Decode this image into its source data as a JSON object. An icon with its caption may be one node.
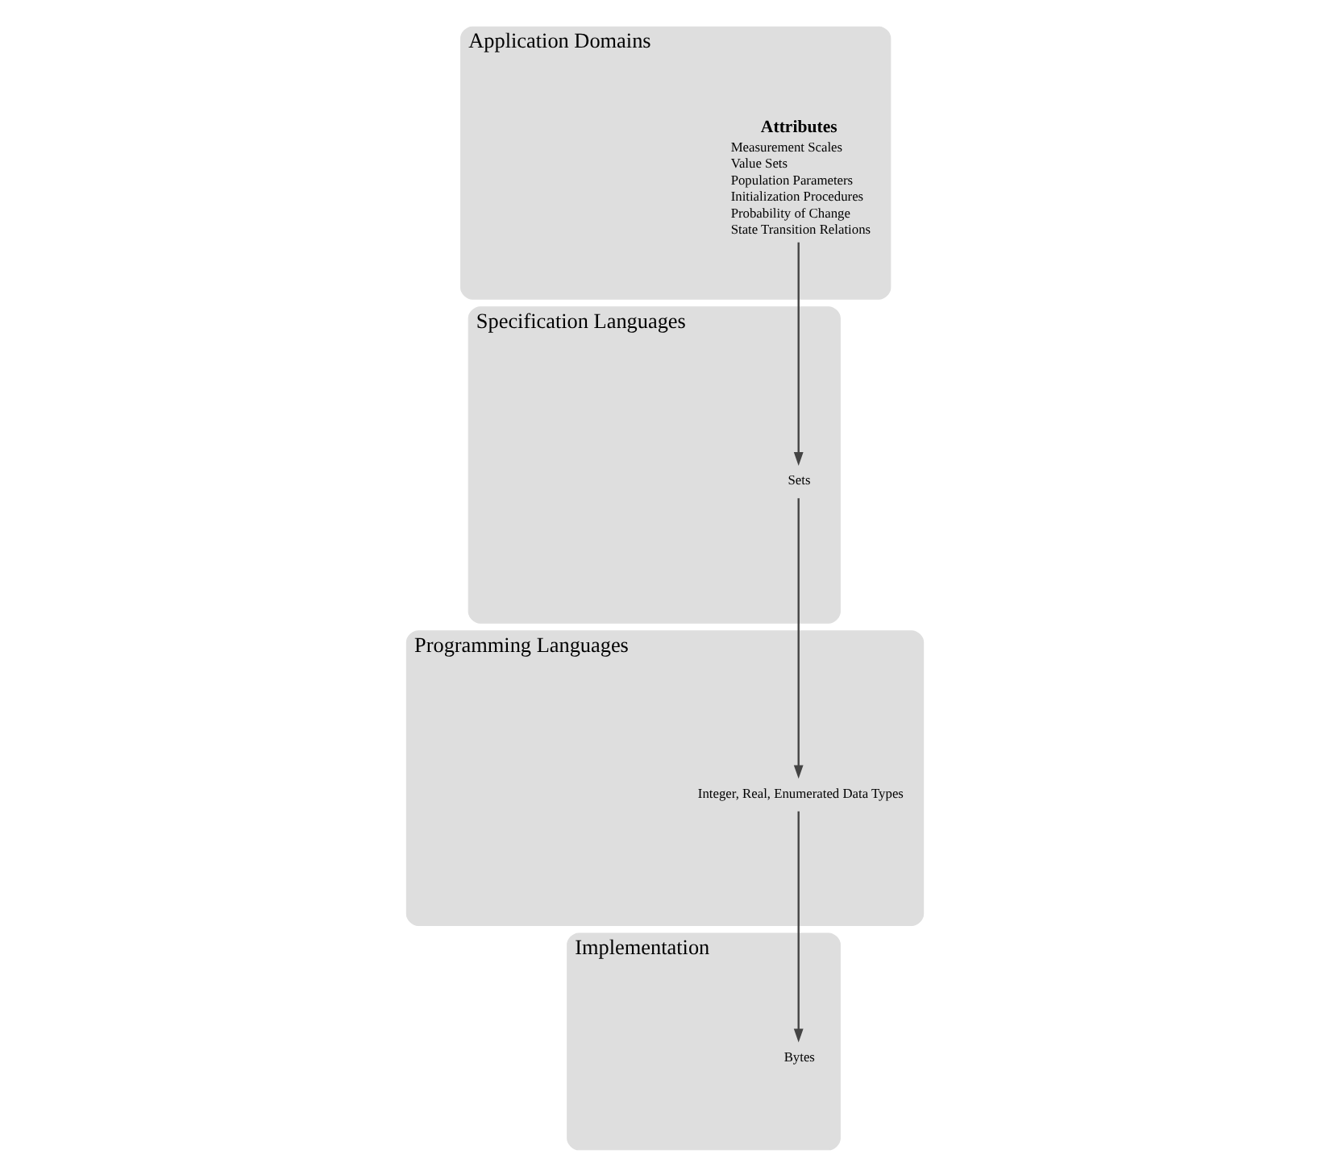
{
  "diagram": {
    "nodes": [
      {
        "text": [
          "Application Domains"
        ]
      },
      {
        "text": [
          "Attributes",
          "Measurement Scales",
          "Value Sets",
          "Population Parameters",
          "Initialization Procedures",
          "Probability of Change",
          "State Transition Relations"
        ],
        "in": 0
      },
      {
        "text": [
          "Specification Languages"
        ]
      },
      {
        "text": [
          "Sets"
        ],
        "in": 2
      },
      {
        "text": [
          "Programming Languages"
        ]
      },
      {
        "text": [
          "Integer, Real, Enumerated Data Types"
        ],
        "in": 4
      },
      {
        "text": [
          "Implementation"
        ]
      },
      {
        "text": [
          "Bytes"
        ],
        "in": 6
      }
    ],
    "edges": [
      {
        "from": 1,
        "to": 3,
        "arrow": "to"
      },
      {
        "from": 3,
        "to": 5,
        "arrow": "to"
      },
      {
        "from": 5,
        "to": 7,
        "arrow": "to"
      }
    ]
  }
}
